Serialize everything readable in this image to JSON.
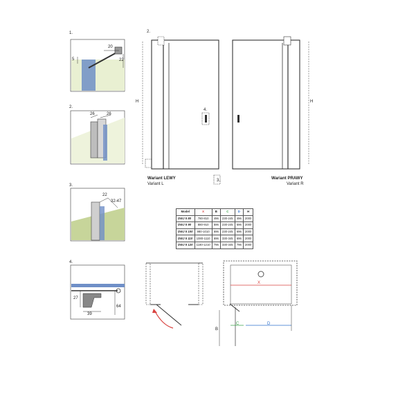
{
  "details": {
    "step1": "1.",
    "step2": "2.",
    "step3": "3.",
    "step4": "4.",
    "d1_20": "20",
    "d1_5": "5",
    "d1_22": "22",
    "d2_26a": "26",
    "d2_26b": "26",
    "d3_22": "22",
    "d3_range": "32-47",
    "d4_27": "27",
    "d4_39": "39",
    "d4_64": "64"
  },
  "elevation": {
    "left_H": "H",
    "right_H": "H",
    "marker_2": "2.",
    "marker_3": "3.",
    "marker_4": "4.",
    "variant_left_1": "Wariant LEWY",
    "variant_left_2": "Variant L",
    "variant_right_1": "Wariant PRAWY",
    "variant_right_2": "Variant R"
  },
  "table": {
    "headers": [
      "Model",
      "X",
      "B",
      "C",
      "D",
      "H"
    ],
    "rows": [
      [
        "DWJ II 80",
        "780-810",
        "496",
        "230-245",
        "496",
        "2000"
      ],
      [
        "DWJ II 90",
        "880-910",
        "596",
        "230-245",
        "596",
        "2000"
      ],
      [
        "DWJ II 100",
        "980-1010",
        "696",
        "230-245",
        "696",
        "2000"
      ],
      [
        "DWJ II 110",
        "1080-1110",
        "696",
        "330-345",
        "696",
        "2000"
      ],
      [
        "DWJ II 120",
        "1180-1210",
        "796",
        "330-345",
        "796",
        "2000"
      ]
    ]
  },
  "plan": {
    "x_label": "X",
    "b_label": "B",
    "c_label": "C",
    "d_label": "D"
  },
  "colors": {
    "red": "#d9423f",
    "green": "#3aa34a",
    "blue": "#2d6fcb",
    "glass": "#6f8fc7",
    "wall": "#c7d59a"
  }
}
